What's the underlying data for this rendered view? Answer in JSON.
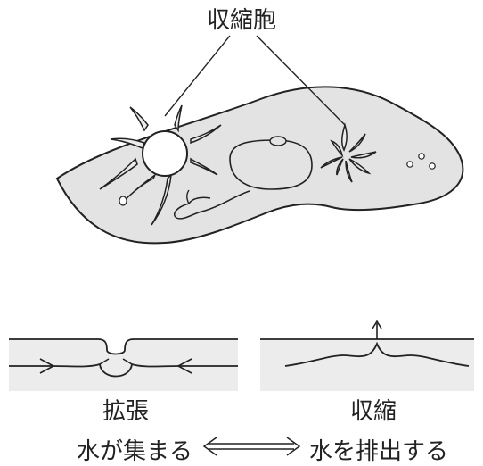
{
  "labels": {
    "contractile_vacuole": "収縮胞",
    "expansion": "拡張",
    "contraction": "収縮",
    "water_collects": "水が集まる",
    "water_expelled": "水を排出する"
  },
  "colors": {
    "cell_fill": "#e3e3e3",
    "line": "#222222"
  }
}
